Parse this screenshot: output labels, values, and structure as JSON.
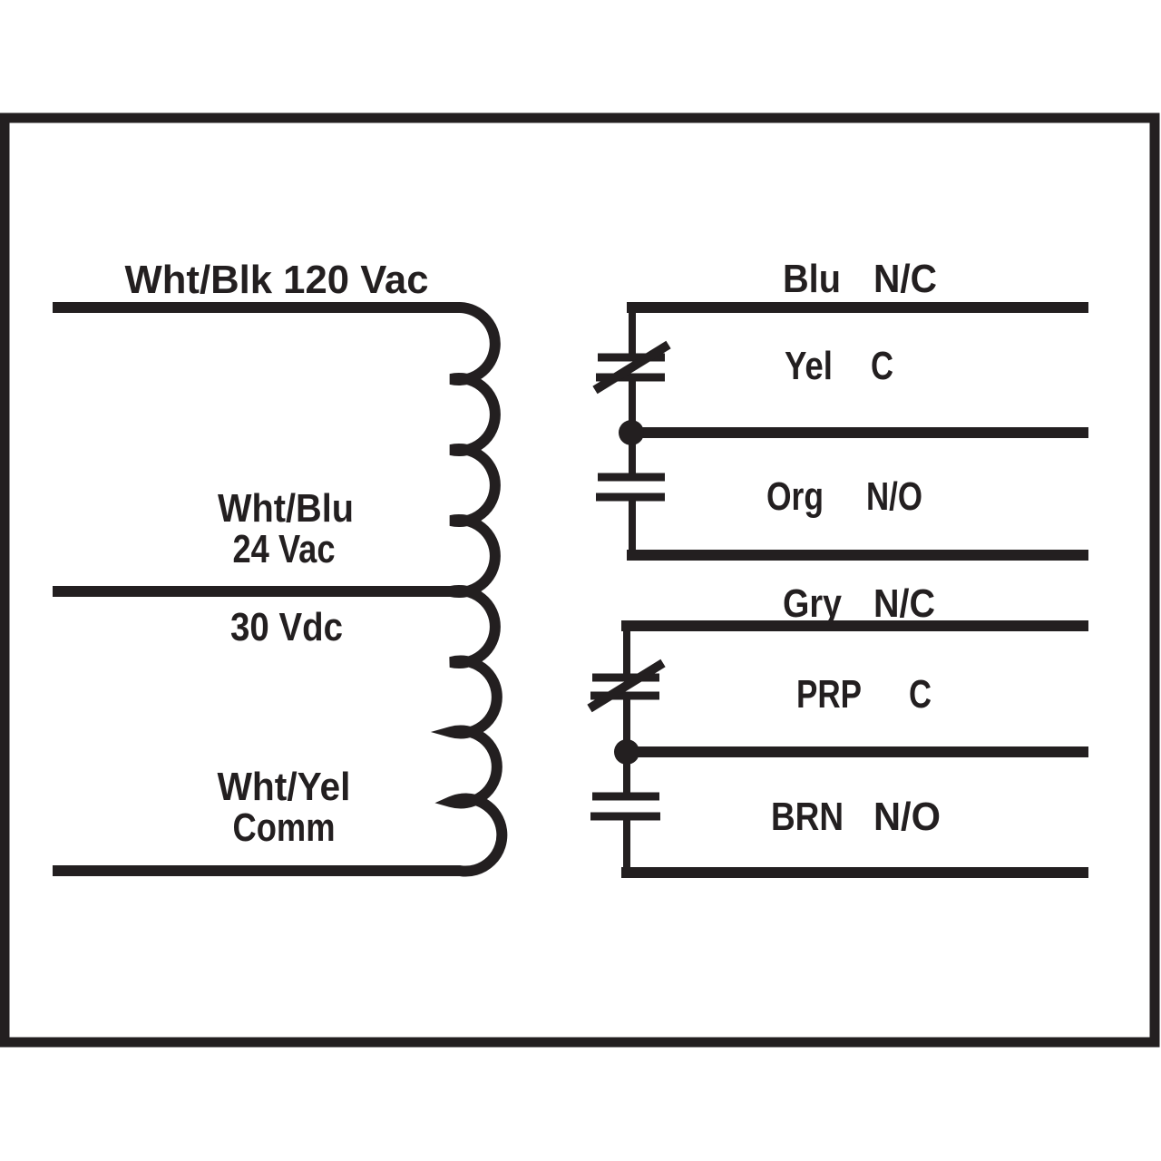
{
  "colors": {
    "ink": "#231f20",
    "background": "#ffffff"
  },
  "transformer": {
    "primary_terminal": "Wht/Blk 120 Vac",
    "secondary_terminal_line1": "Wht/Blu",
    "secondary_terminal_line2": "24 Vac",
    "secondary_terminal_line3": "30 Vdc",
    "common_terminal_line1": "Wht/Yel",
    "common_terminal_line2": "Comm"
  },
  "relay_top": {
    "nc_wire": "Blu",
    "nc_contact": "N/C",
    "c_wire": "Yel",
    "c_contact": "C",
    "no_wire": "Org",
    "no_contact": "N/O"
  },
  "relay_bottom": {
    "nc_wire": "Gry",
    "nc_contact": "N/C",
    "c_wire": "PRP",
    "c_contact": "C",
    "no_wire": "BRN",
    "no_contact": "N/O"
  }
}
